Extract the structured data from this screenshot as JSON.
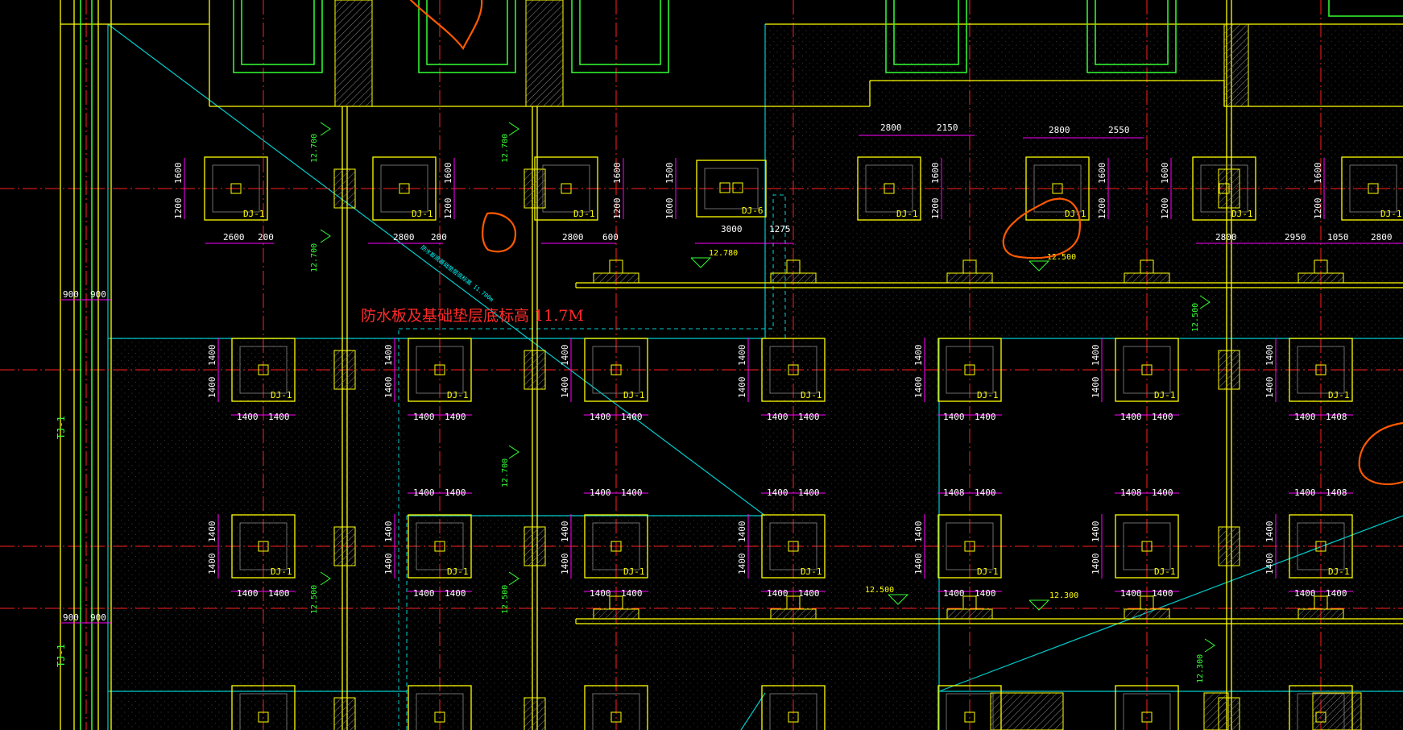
{
  "colors": {
    "background": "#000000",
    "axis": "#ff2020",
    "footing": "#ffff00",
    "dimension": "#ff00ff",
    "boundary": "#00d8d8",
    "wall": "#33ff33",
    "markup": "#ff5a00",
    "text": "#ffffff"
  },
  "annotation": {
    "main_note": "防水板及基础垫层底标高 11.7M",
    "diagonal_note": "防水板底基础垫层底标高 11.700m"
  },
  "footing_labels": {
    "dj1": "DJ-1",
    "dj6": "DJ-6"
  },
  "strip_footing_labels": [
    "TJ-1",
    "TJ-1"
  ],
  "wall_widths": [
    "900",
    "900",
    "900",
    "900"
  ],
  "top_row": {
    "side_dims": [
      "1600",
      "1200",
      "1600",
      "1200",
      "1600",
      "1200",
      "1500",
      "1000",
      "1600",
      "1200",
      "1600",
      "1200",
      "1600",
      "1200",
      "1600",
      "1200"
    ],
    "bottom_dims": [
      "2600",
      "200",
      "2800",
      "200",
      "2800",
      "600",
      "3000",
      "1275",
      "2800",
      "2950",
      "1050",
      "2800"
    ],
    "top_dims": [
      "2800",
      "2150",
      "2800",
      "2550"
    ]
  },
  "grid_dims": {
    "pad": "1400",
    "alt": "1408"
  },
  "levels": {
    "a": "12.700",
    "b": "12.780",
    "c": "12.500",
    "d": "12.300"
  }
}
